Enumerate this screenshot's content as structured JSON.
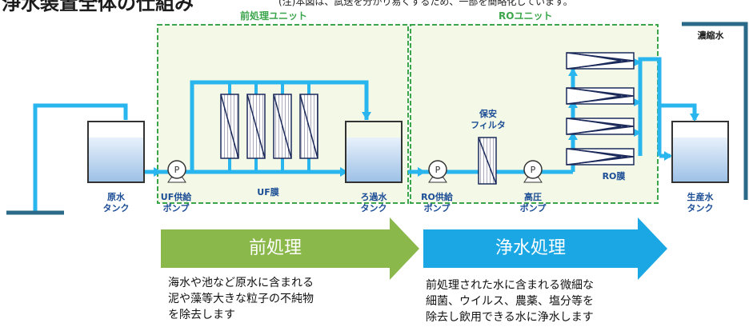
{
  "header": {
    "title": "浄水装置全体の仕組み",
    "subtitle": "(注)本図は、試送を分かり易くするため、一部を簡略化しています。"
  },
  "units": {
    "pre": "前処理ユニット",
    "ro": "ROユニット"
  },
  "labels": {
    "raw_tank": [
      "原水",
      "タンク"
    ],
    "uf_pump": [
      "UF供給",
      "ポンプ"
    ],
    "uf_membrane": "UF膜",
    "filtrate_tank": [
      "ろ過水",
      "タンク"
    ],
    "ro_pump": [
      "RO供給",
      "ポンプ"
    ],
    "safety_filter": [
      "保安",
      "フィルタ"
    ],
    "hp_pump": [
      "高圧",
      "ポンプ"
    ],
    "ro_membrane": "RO膜",
    "product_tank": [
      "生産水",
      "タンク"
    ],
    "concentrate": "濃縮水",
    "pump_symbol": "P"
  },
  "stages": {
    "pre_label": "前処理",
    "pure_label": "浄水処理"
  },
  "descriptions": {
    "pre": [
      "海水や池など原水に含まれる",
      "泥や藻等大きな粒子の不純物",
      "を除去します"
    ],
    "pure": [
      "前処理された水に含まれる微細な",
      "細菌、ウイルス、農薬、塩分等を",
      "除去し飲用できる水に浄水します"
    ]
  },
  "colors": {
    "pipe": "#29b6ee",
    "unit_border": "#3aa54a",
    "unit_fill": "#f4f8e6",
    "pre_arrow": "#8ab84a",
    "pure_arrow": "#1aa7e4",
    "label_text": "#1b4d96",
    "drain_pipe": "#2a6a88"
  }
}
